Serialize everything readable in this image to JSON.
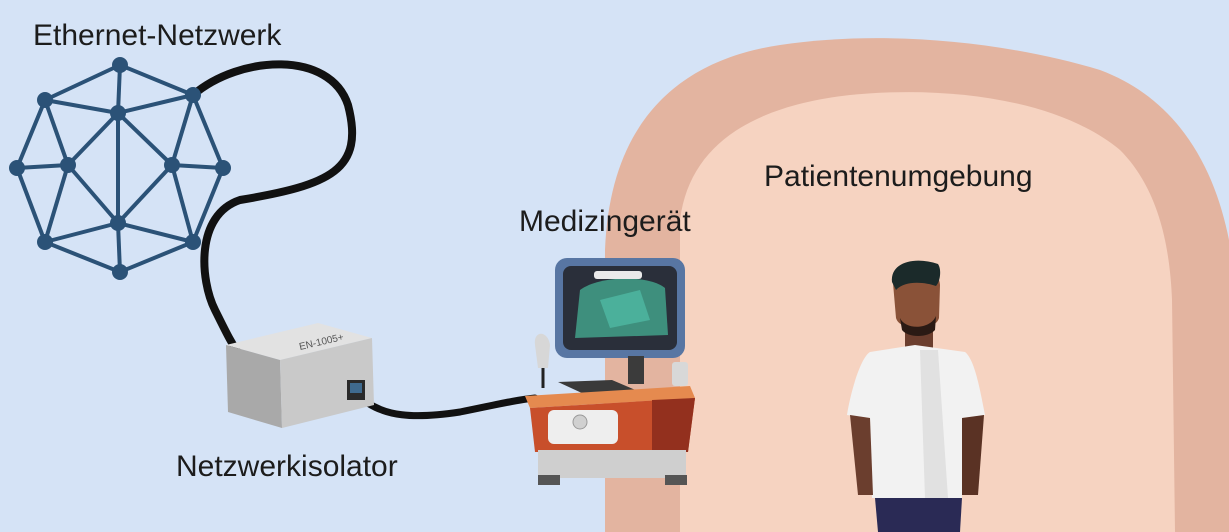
{
  "labels": {
    "network": "Ethernet-Netzwerk",
    "isolator": "Netzwerkisolator",
    "device": "Medizingerät",
    "patient_env": "Patientenumgebung"
  },
  "isolator_box_text": "EN-1005+",
  "colors": {
    "background": "#d5e3f6",
    "zone_outer": "#e3b4a0",
    "zone_inner": "#f6d3c1",
    "network": "#2b5277"
  },
  "icons": [
    "network-icon",
    "cable-icon",
    "isolator-device-icon",
    "ultrasound-device-icon",
    "patient-person-icon"
  ]
}
